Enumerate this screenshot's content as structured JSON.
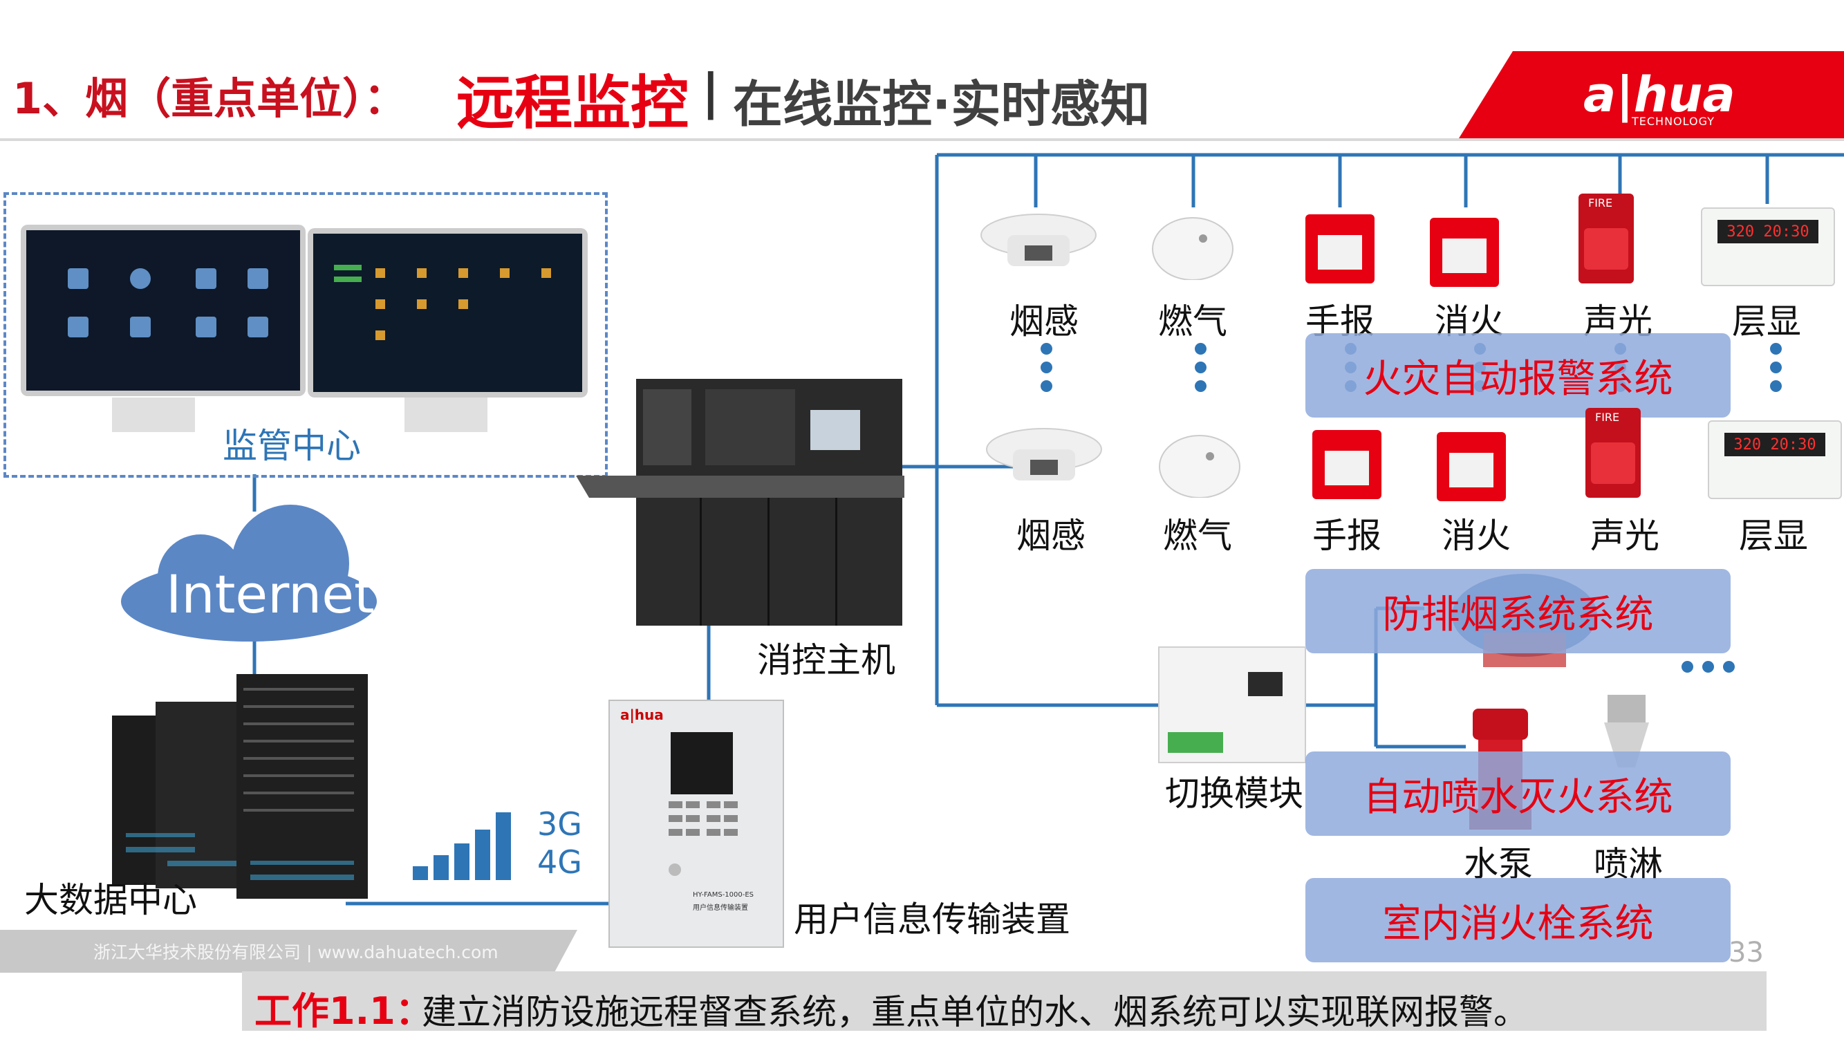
{
  "header": {
    "title_prefix": "1、烟（重点单位）：",
    "title_main": "远程监控",
    "title_sep": "|",
    "title_sub": "在线监控·实时感知",
    "logo_text": "a|hua",
    "logo_sub": "TECHNOLOGY"
  },
  "left": {
    "monitor_center": "监管中心",
    "internet": "Internet",
    "big_data": "大数据中心",
    "signal_3g": "3G",
    "signal_4g": "4G"
  },
  "center": {
    "fire_host": "消控主机",
    "transmitter": "用户信息传输装置",
    "transmitter_model": "HY-FAMS-1000-ES",
    "transmitter_name": "用户信息传输装置",
    "transmitter_brand": "a|hua"
  },
  "devices": {
    "row1": [
      "烟感",
      "燃气",
      "手报",
      "消火",
      "声光",
      "层显"
    ],
    "row2": [
      "烟感",
      "燃气",
      "手报",
      "消火",
      "声光",
      "层显"
    ],
    "switch_module": "切换模块",
    "pump": "水泵",
    "sprinkler": "喷淋",
    "display_value": "320 20:30",
    "strobe_label": "FIRE"
  },
  "systems": {
    "fire_alarm": "火灾自动报警系统",
    "smoke_exhaust": "防排烟系统系统",
    "sprinkler": "自动喷水灭火系统",
    "hydrant": "室内消火栓系统"
  },
  "footer": {
    "company": "浙江大华技术股份有限公司 | www.dahuatech.com",
    "page": "33",
    "note_label": "工作1.1：",
    "note_text": "建立消防设施远程督查系统，重点单位的水、烟系统可以实现联网报警。"
  },
  "colors": {
    "accent_red": "#e60012",
    "line_blue": "#2e75b6",
    "sysbar_fill": "#8faadc"
  }
}
